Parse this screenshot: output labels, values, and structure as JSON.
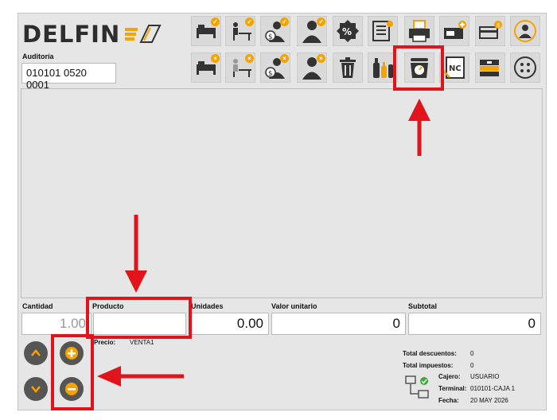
{
  "app": {
    "brand": "DELFIN"
  },
  "auditoria": {
    "label": "Auditoría",
    "value": "010101 0520 0001"
  },
  "toolbar": {
    "row1": [
      {
        "icon": "bed-check-icon",
        "badge": "✓"
      },
      {
        "icon": "desk-check-icon",
        "badge": "✓"
      },
      {
        "icon": "person-money-check-icon",
        "badge": "✓"
      },
      {
        "icon": "user-check-icon",
        "badge": "✓"
      },
      {
        "icon": "discount-icon",
        "badge": ""
      },
      {
        "icon": "document-view-icon",
        "badge": ""
      },
      {
        "icon": "printer-document-icon",
        "badge": ""
      },
      {
        "icon": "cash-register-add-icon",
        "badge": ""
      },
      {
        "icon": "card-payment-icon",
        "badge": ""
      },
      {
        "icon": "user-refresh-icon",
        "badge": ""
      }
    ],
    "row2": [
      {
        "icon": "bed-remove-icon",
        "badge": "×"
      },
      {
        "icon": "desk-remove-icon",
        "badge": "×"
      },
      {
        "icon": "person-money-remove-icon",
        "badge": "×"
      },
      {
        "icon": "user-remove-icon",
        "badge": "×"
      },
      {
        "icon": "trash-icon",
        "badge": ""
      },
      {
        "icon": "bottles-icon",
        "badge": ""
      },
      {
        "icon": "scale-icon",
        "badge": ""
      },
      {
        "icon": "credit-note-icon",
        "badge": "",
        "text": "NC"
      },
      {
        "icon": "cash-stack-icon",
        "badge": ""
      },
      {
        "icon": "more-options-icon",
        "badge": ""
      }
    ]
  },
  "columns": {
    "cantidad": "Cantidad",
    "producto": "Producto",
    "unidades": "Unidades",
    "valor_unitario": "Valor unitario",
    "subtotal": "Subtotal"
  },
  "fields": {
    "cantidad": "1.00",
    "producto": "",
    "unidades": "0.00",
    "valor_unitario": "0",
    "subtotal": "0"
  },
  "precio": {
    "label": "Precio:",
    "value": "VENTA1"
  },
  "summary": {
    "total_descuentos_label": "Total descuentos:",
    "total_descuentos": "0",
    "total_impuestos_label": "Total impuestos:",
    "total_impuestos": "0",
    "cajero_label": "Cajero:",
    "cajero": "USUARIO",
    "terminal_label": "Terminal:",
    "terminal": "010101-CAJA 1",
    "fecha_label": "Fecha:",
    "fecha": "20 MAY 2026"
  },
  "colors": {
    "accent": "#f5a300",
    "icon_dark": "#333333",
    "annotation_red": "#e0141a",
    "button_dark": "#555555"
  }
}
